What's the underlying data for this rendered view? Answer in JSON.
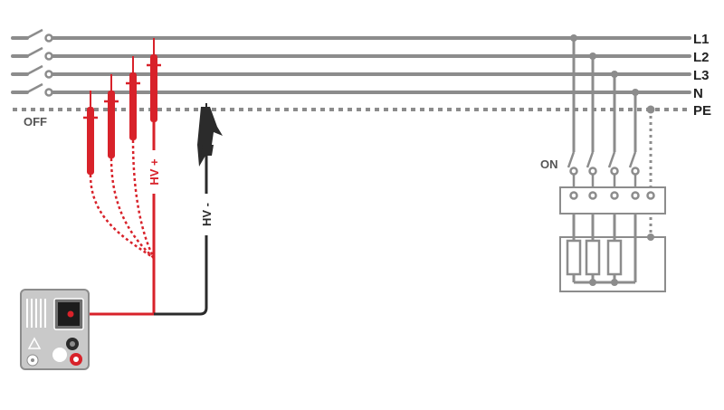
{
  "colors": {
    "bus_gray": "#8c8c8c",
    "probe_red": "#d8222a",
    "probe_black": "#2b2b2b",
    "text_dark": "#222222",
    "text_gray": "#555555"
  },
  "bus_labels": {
    "l1": "L1",
    "l2": "L2",
    "l3": "L3",
    "n": "N",
    "pe": "PE"
  },
  "states": {
    "off": "OFF",
    "on": "ON"
  },
  "probe_labels": {
    "hv_plus": "HV +",
    "hv_minus": "HV -"
  },
  "icons": [
    "switch-icon",
    "test-probe-icon",
    "crocodile-clip-icon",
    "warning-icon",
    "socket-icon",
    "instrument-icon"
  ]
}
